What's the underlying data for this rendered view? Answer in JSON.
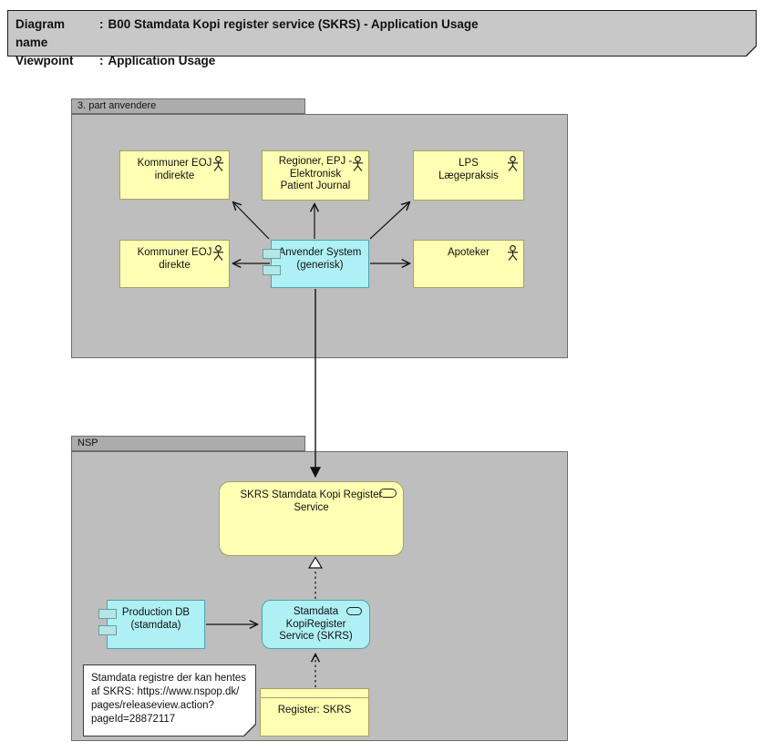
{
  "title": {
    "rows": [
      {
        "label": "Diagram name",
        "sep": ":",
        "value": "B00 Stamdata Kopi register service (SKRS) - Application Usage"
      },
      {
        "label": "Viewpoint",
        "sep": ":",
        "value": "Application Usage"
      }
    ]
  },
  "groups": {
    "third_party": {
      "label": "3. part anvendere"
    },
    "nsp": {
      "label": "NSP"
    }
  },
  "nodes": {
    "kommuner_indirekte": {
      "label": [
        "Kommuner EOJ",
        "indirekte"
      ],
      "type": "business-actor"
    },
    "regioner_epj": {
      "label": [
        "Regioner, EPJ -",
        "Elektronisk",
        "Patient Journal"
      ],
      "type": "business-actor"
    },
    "lps": {
      "label": [
        "LPS",
        "Lægepraksis"
      ],
      "type": "business-actor"
    },
    "kommuner_direkte": {
      "label": [
        "Kommuner EOJ",
        "direkte"
      ],
      "type": "business-actor"
    },
    "anvender_system": {
      "label": [
        "Anvender System",
        "(generisk)"
      ],
      "type": "application-component"
    },
    "apoteker": {
      "label": [
        "Apoteker"
      ],
      "type": "business-actor"
    },
    "skrs_service": {
      "label": [
        "SKRS Stamdata Kopi Register",
        "Service"
      ],
      "type": "application-service"
    },
    "production_db": {
      "label": [
        "Production DB",
        "(stamdata)"
      ],
      "type": "application-component"
    },
    "stamdata_kopiregister": {
      "label": [
        "Stamdata",
        "KopiRegister",
        "Service (SKRS)"
      ],
      "type": "application-service-component"
    },
    "register_skrs": {
      "label": [
        "Register: SKRS"
      ],
      "type": "business-object"
    }
  },
  "note": {
    "lines": [
      "Stamdata registre der kan hentes",
      "af SKRS: https://www.nspop.dk/",
      "pages/releaseview.action?",
      "pageId=28872117"
    ]
  },
  "relationships": [
    "anvender-system -> kommuner-eoj-indirekte (serving)",
    "anvender-system -> regioner-epj (serving)",
    "anvender-system -> lps-laegepraksis (serving)",
    "anvender-system -> kommuner-eoj-direkte (serving)",
    "anvender-system -> apoteker (serving)",
    "anvender-system -> skrs-stamdata-kopi-register-service (uses)",
    "stamdata-kopiregister-service -> skrs-stamdata-kopi-register-service (realization)",
    "register-skrs -> stamdata-kopiregister-service (access)",
    "production-db -> stamdata-kopiregister-service (flow)"
  ],
  "icons": {
    "business_actor": "stick-figure-icon",
    "application_service": "stadium-icon",
    "application_component": "component-tabs-icon",
    "note": "folded-corner"
  },
  "palette": {
    "business_yellow": "#FFFFB3",
    "application_cyan": "#AFF0F4",
    "group_body_gray": "#BEBEBE",
    "group_tab_gray": "#ACACAC",
    "titlebar_gray": "#C8C8C8",
    "note_white": "#FFFFFF",
    "line_black": "#111111"
  }
}
